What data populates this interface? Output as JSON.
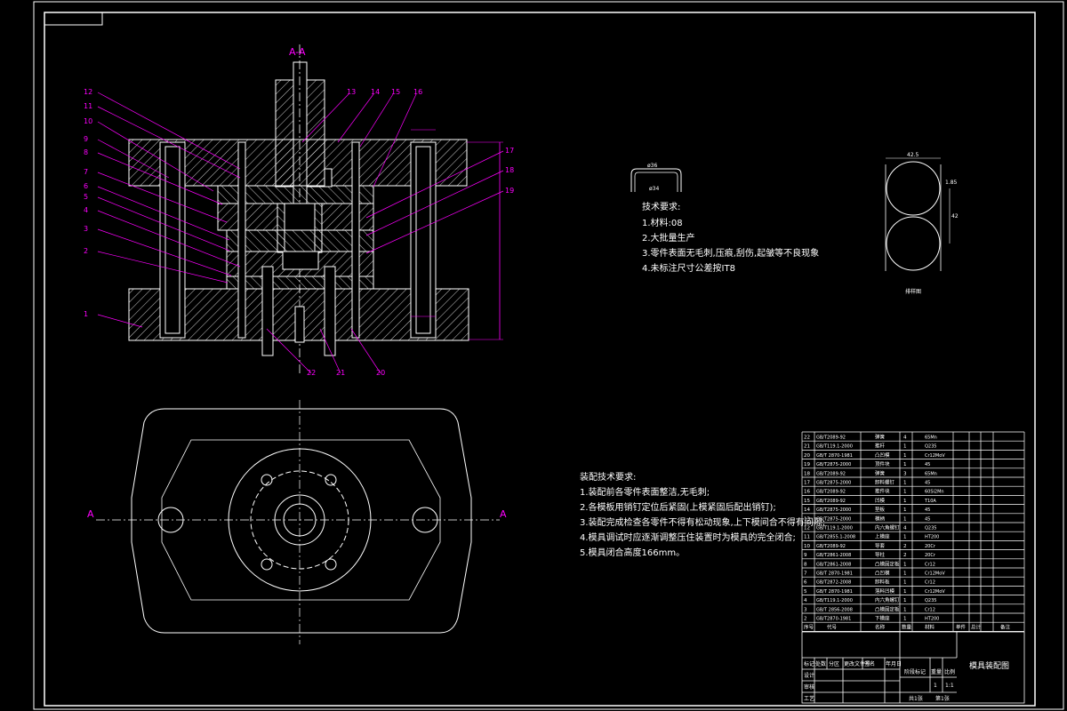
{
  "colors": {
    "background": "#000000",
    "line": "#ffffff",
    "hatch": "#ffffff",
    "leader": "#ff00ff",
    "dim": "#ff00ff",
    "accent": "#ff00ff"
  },
  "section_label": "A-A",
  "section_mark": "A",
  "part_numbers_left": [
    "12",
    "11",
    "10",
    "9",
    "8",
    "7",
    "6",
    "5",
    "4",
    "3",
    "2",
    "1"
  ],
  "part_numbers_top": [
    "13",
    "14",
    "15",
    "16"
  ],
  "part_numbers_right": [
    "17",
    "18",
    "19"
  ],
  "part_numbers_bottom": [
    "22",
    "21",
    "20"
  ],
  "part_tech": {
    "title": "技术要求:",
    "items": [
      "1.材料:08",
      "2.大批量生产",
      "3.零件表面无毛刺,压痕,刮伤,起皱等不良现象",
      "4.未标注尺寸公差按IT8"
    ]
  },
  "part_dims": {
    "d1": "ø36",
    "d2": "ø34"
  },
  "layout_dims": {
    "w": "42.5",
    "h": "42",
    "gap": "1.85"
  },
  "layout_label": "排样图",
  "assembly_tech": {
    "title": "装配技术要求:",
    "items": [
      "1.装配前各零件表面整洁,无毛刺;",
      "2.各模板用销钉定位后紧固(上模紧固后配出销钉);",
      "3.装配完成检查各零件不得有松动现象,上下模间合不得有间隙;",
      "4.模具调试时应逐渐调整压住装置时为模具的完全闭合;",
      "5.模具闭合高度166mm。"
    ]
  },
  "bom": [
    {
      "no": "22",
      "std": "GB/T2089-92",
      "name": "弹簧",
      "qty": "4",
      "mat": "65Mn"
    },
    {
      "no": "21",
      "std": "GB/T119.1-2000",
      "name": "推杆",
      "qty": "1",
      "mat": "Q235"
    },
    {
      "no": "20",
      "std": "GB/T 2870-1981",
      "name": "凸凹模",
      "qty": "1",
      "mat": "Cr12MoV"
    },
    {
      "no": "19",
      "std": "GB/T2875-2000",
      "name": "顶件块",
      "qty": "1",
      "mat": "45"
    },
    {
      "no": "18",
      "std": "GB/T2089-92",
      "name": "弹簧",
      "qty": "3",
      "mat": "65Mn"
    },
    {
      "no": "17",
      "std": "GB/T2875-2000",
      "name": "卸料螺钉",
      "qty": "1",
      "mat": "45"
    },
    {
      "no": "16",
      "std": "GB/T2089-92",
      "name": "推件块",
      "qty": "1",
      "mat": "60Si2Mn"
    },
    {
      "no": "15",
      "std": "GB/T2089-92",
      "name": "凹模",
      "qty": "1",
      "mat": "T10A"
    },
    {
      "no": "14",
      "std": "GB/T2875-2000",
      "name": "垫板",
      "qty": "1",
      "mat": "45"
    },
    {
      "no": "13",
      "std": "GB/T2875-2000",
      "name": "模柄",
      "qty": "1",
      "mat": "45"
    },
    {
      "no": "12",
      "std": "GB/T119.1-2000",
      "name": "内六角螺钉",
      "qty": "4",
      "mat": "Q235"
    },
    {
      "no": "11",
      "std": "GB/T2855.1-2008",
      "name": "上模座",
      "qty": "1",
      "mat": "HT200"
    },
    {
      "no": "10",
      "std": "GB/T2089-92",
      "name": "导套",
      "qty": "2",
      "mat": "20Cr"
    },
    {
      "no": "9",
      "std": "GB/T2861-2008",
      "name": "导柱",
      "qty": "2",
      "mat": "20Cr"
    },
    {
      "no": "8",
      "std": "GB/T2861-2008",
      "name": "凸模固定板",
      "qty": "1",
      "mat": "Cr12"
    },
    {
      "no": "7",
      "std": "GB/T 2870-1981",
      "name": "凸凹模",
      "qty": "1",
      "mat": "Cr12MoV"
    },
    {
      "no": "6",
      "std": "GB/T2872-2008",
      "name": "卸料板",
      "qty": "1",
      "mat": "Cr12"
    },
    {
      "no": "5",
      "std": "GB/T 2870-1981",
      "name": "落料凹模",
      "qty": "1",
      "mat": "Cr12MoV"
    },
    {
      "no": "4",
      "std": "GB/T119.1-2000",
      "name": "内六角螺钉",
      "qty": "1",
      "mat": "Q235"
    },
    {
      "no": "3",
      "std": "GB/T 2856-2008",
      "name": "凸模固定板",
      "qty": "1",
      "mat": "Cr12"
    },
    {
      "no": "2",
      "std": "GB/T2870-1981",
      "name": "下模座",
      "qty": "1",
      "mat": "HT200"
    }
  ],
  "bom_header": {
    "no": "序号",
    "code": "代号",
    "name": "名称",
    "qty": "数量",
    "mat": "材料",
    "single": "单件",
    "total": "总计",
    "remark": "备注"
  },
  "title_block": {
    "drawing_name": "模具装配图",
    "stage_label": "阶段标记",
    "weight_label": "重量",
    "scale_label": "比例",
    "scale_value": "1:1",
    "qty_value": "1",
    "sheet_total": "共1张",
    "sheet_no": "第1张",
    "rows": [
      "标记",
      "设计",
      "审核",
      "工艺"
    ],
    "cols": [
      "处数",
      "分区",
      "更改文件号",
      "签名",
      "年月日"
    ]
  }
}
